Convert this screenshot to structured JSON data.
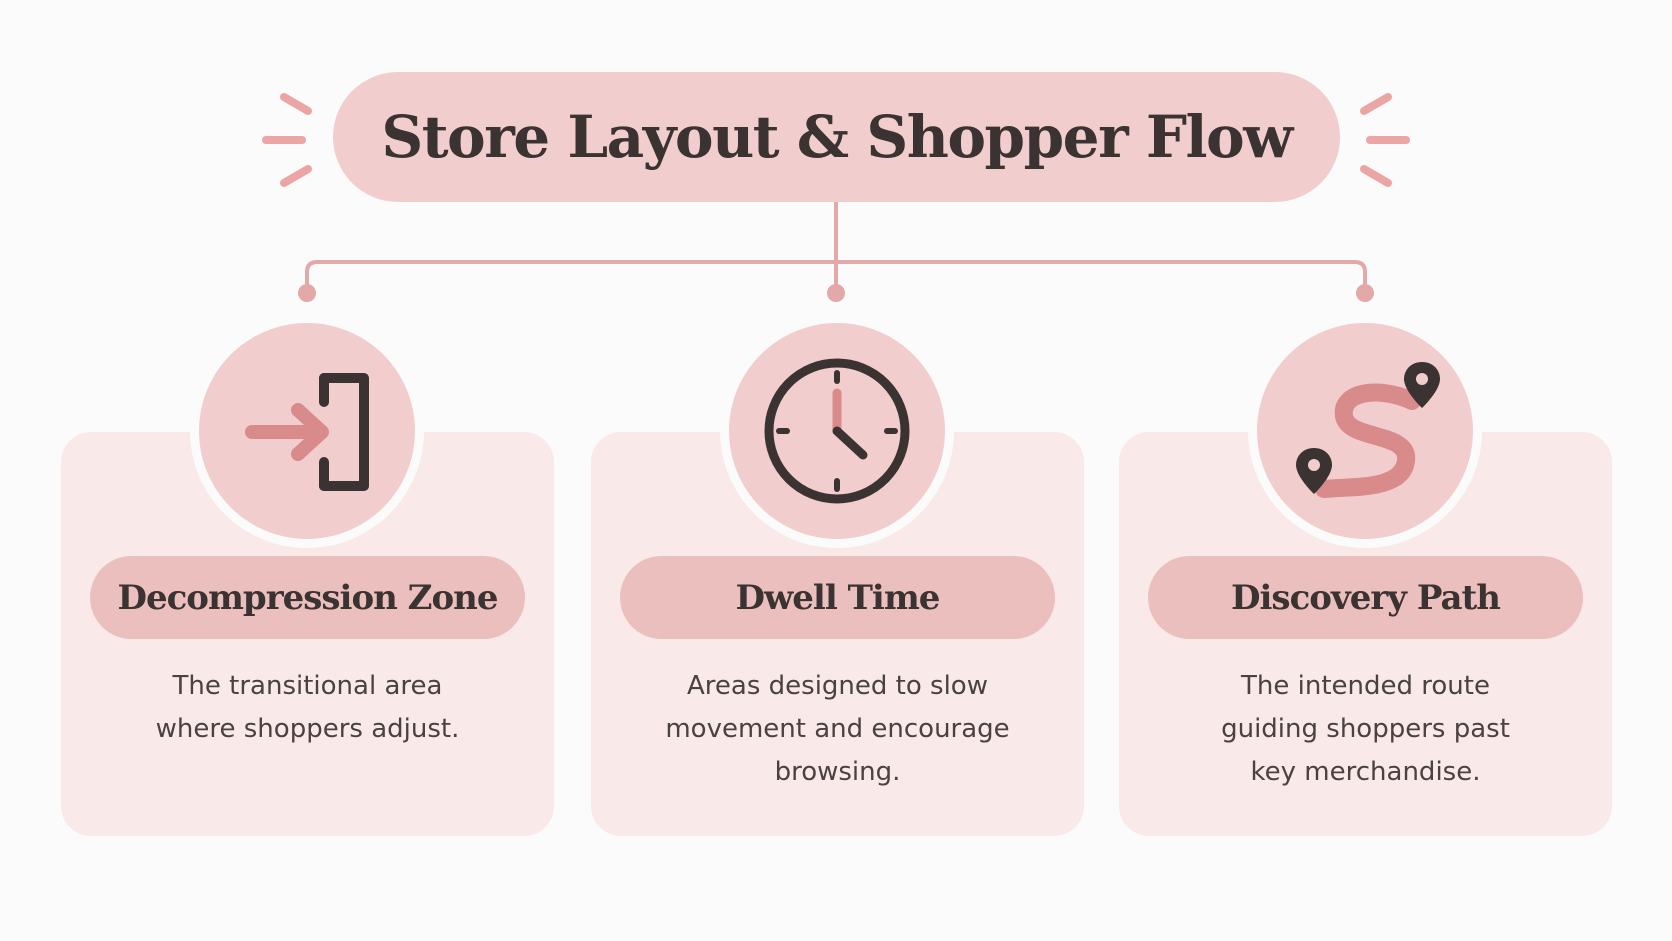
{
  "title": "Store Layout & Shopper Flow",
  "colors": {
    "background": "#fcfbfb",
    "title_pill": "#f2cdcd",
    "card": "#f9e9e8",
    "label_pill": "#ebbfbe",
    "accent": "#d98a8a",
    "icon_dark": "#3b3232",
    "text_dark": "#3b3232",
    "text_body": "#4a4242"
  },
  "nodes": [
    {
      "label": "Decompression Zone",
      "icon": "enter-door-icon",
      "description_lines": [
        "The transitional area",
        "where shoppers adjust."
      ]
    },
    {
      "label": "Dwell Time",
      "icon": "clock-icon",
      "description_lines": [
        "Areas designed to slow",
        "movement and encourage",
        "browsing."
      ]
    },
    {
      "label": "Discovery Path",
      "icon": "winding-path-icon",
      "description_lines": [
        "The intended route",
        "guiding shoppers past",
        "key merchandise."
      ]
    }
  ]
}
